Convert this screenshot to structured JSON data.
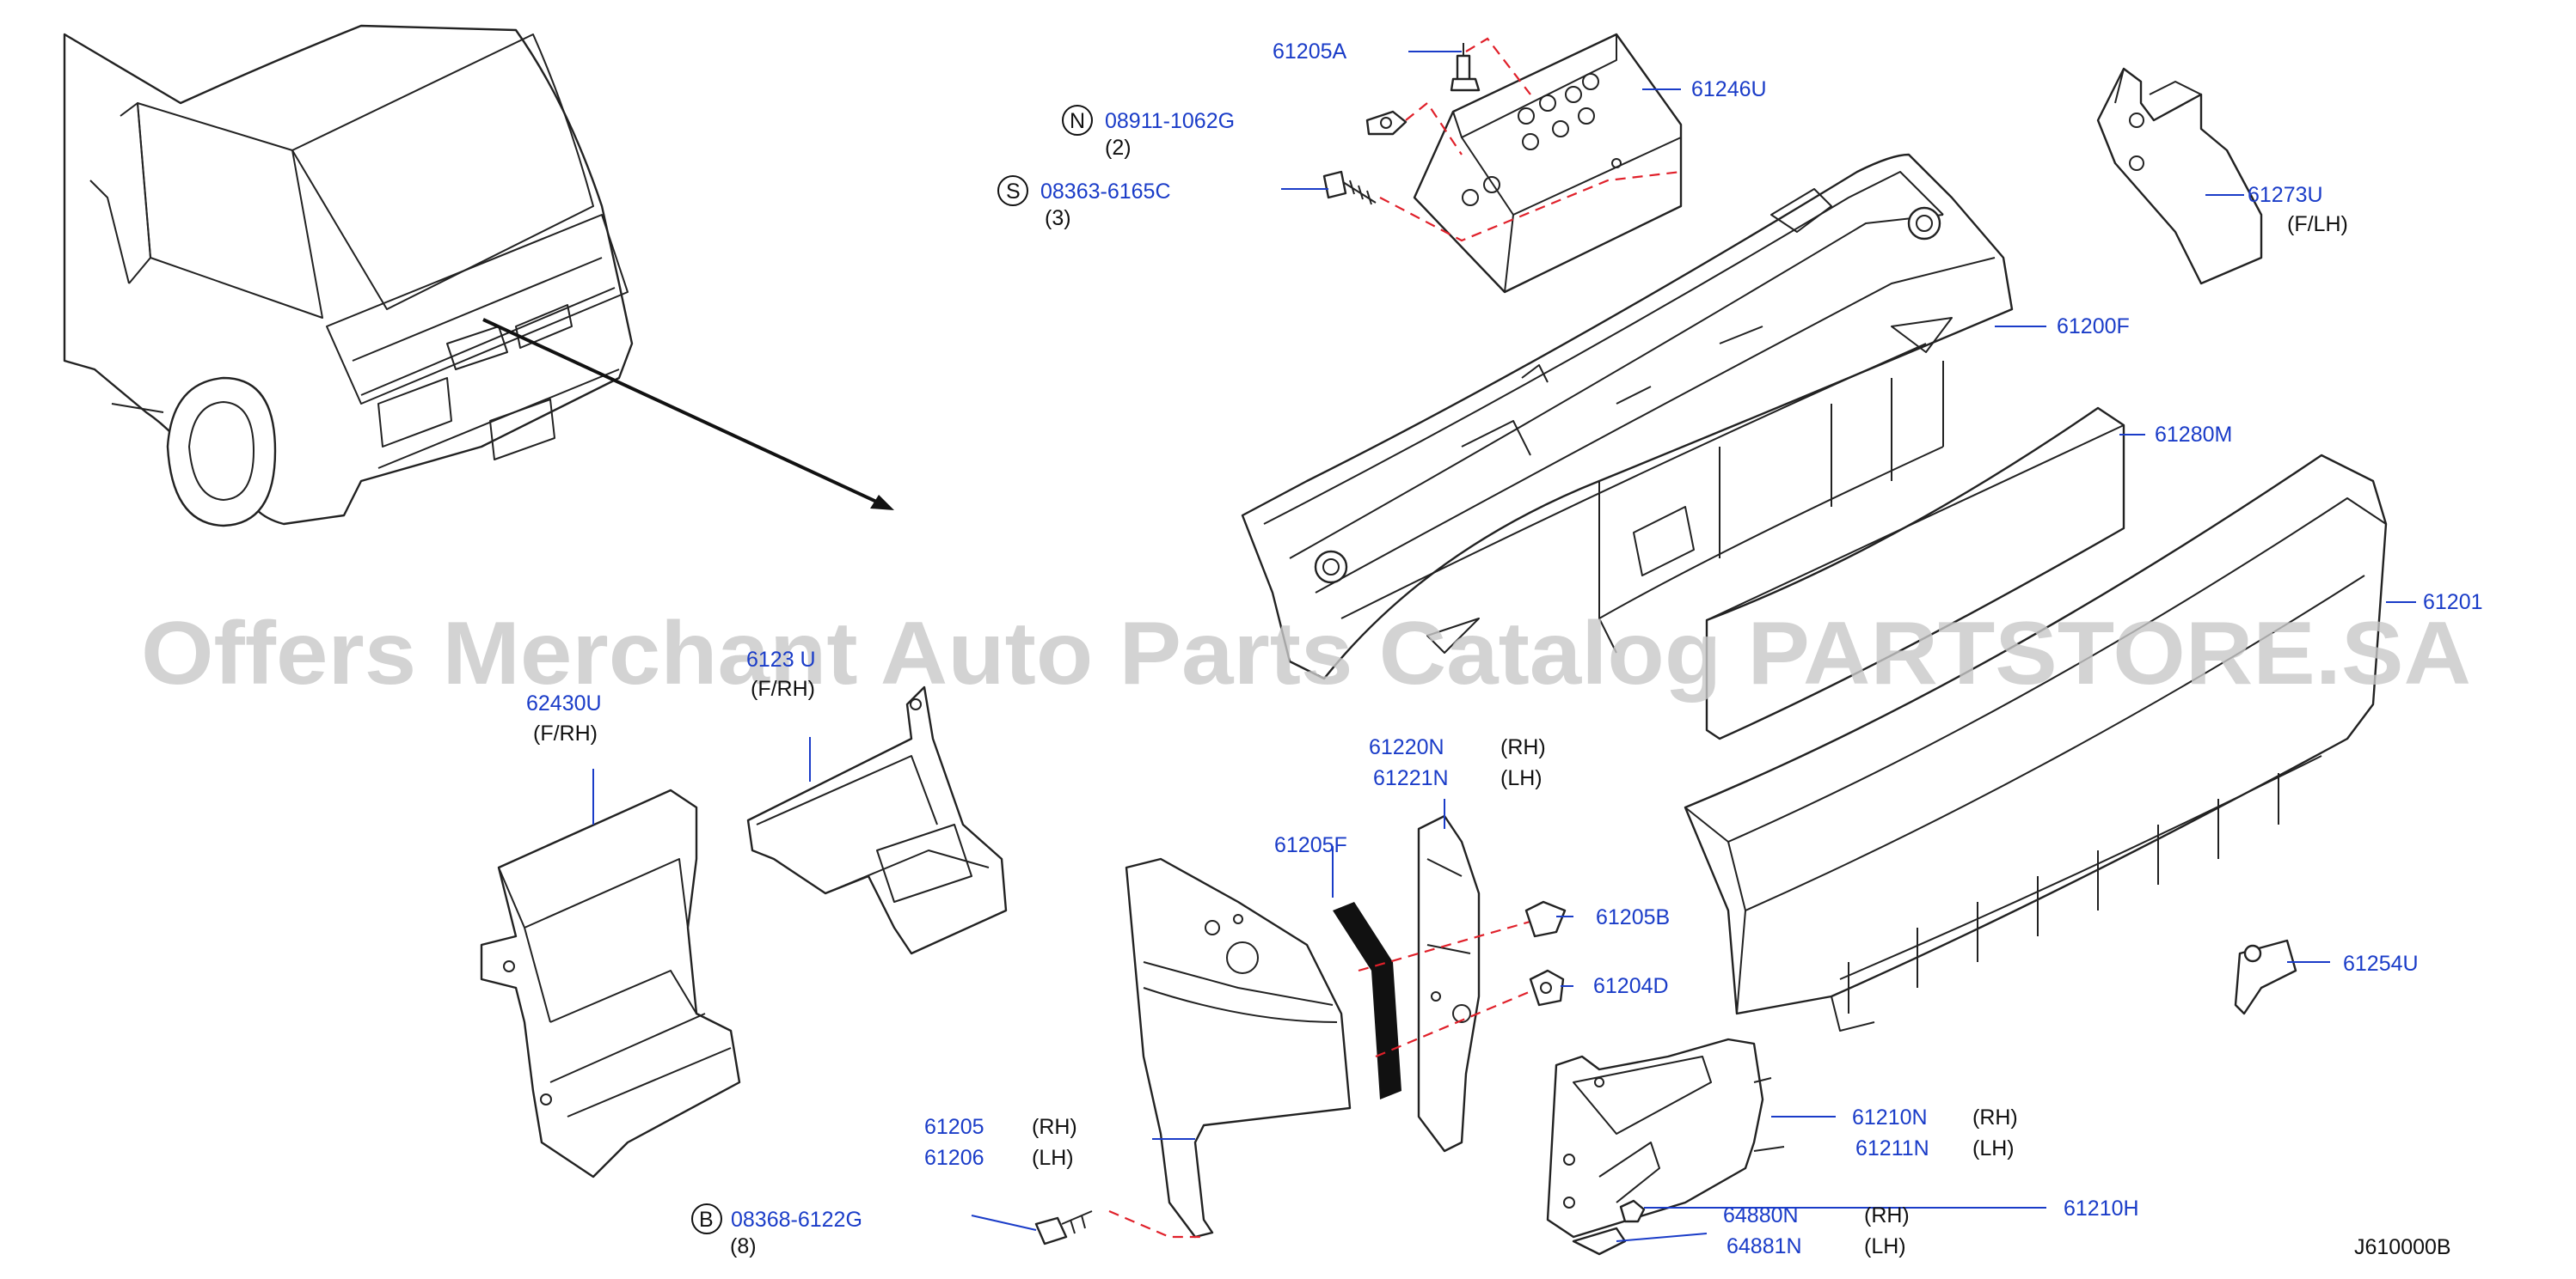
{
  "watermark": "Offers Merchant Auto Parts Catalog PARTSTORE.SA",
  "diagram_code": "J610000B",
  "colors": {
    "part_number": "#1a3cc8",
    "dash_line": "#e0202a",
    "watermark": "#c9c9c9"
  },
  "fasteners": [
    {
      "symbol": "N",
      "number": "08911-1062G",
      "qty": "(2)"
    },
    {
      "symbol": "S",
      "number": "08363-6165C",
      "qty": "(3)"
    },
    {
      "symbol": "B",
      "number": "08368-6122G",
      "qty": "(8)"
    }
  ],
  "labels": {
    "p61205A": "61205A",
    "p61246U": "61246U",
    "p61273U": "61273U",
    "p61273U_side": "(F/LH)",
    "p61200F": "61200F",
    "p61280M": "61280M",
    "p61201": "61201",
    "p62430U": "62430U",
    "p62430U_side": "(F/RH)",
    "p6123xU": "6123 U",
    "p6123xU_side": "(F/RH)",
    "p61220N": "61220N",
    "p61221N": "61221N",
    "p61205F": "61205F",
    "p61205B": "61205B",
    "p61204D": "61204D",
    "p61205": "61205",
    "p61206": "61206",
    "p61210N": "61210N",
    "p61211N": "61211N",
    "p64880N": "64880N",
    "p64881N": "64881N",
    "p61210H": "61210H",
    "p61254U": "61254U",
    "rh": "(RH)",
    "lh": "(LH)"
  }
}
